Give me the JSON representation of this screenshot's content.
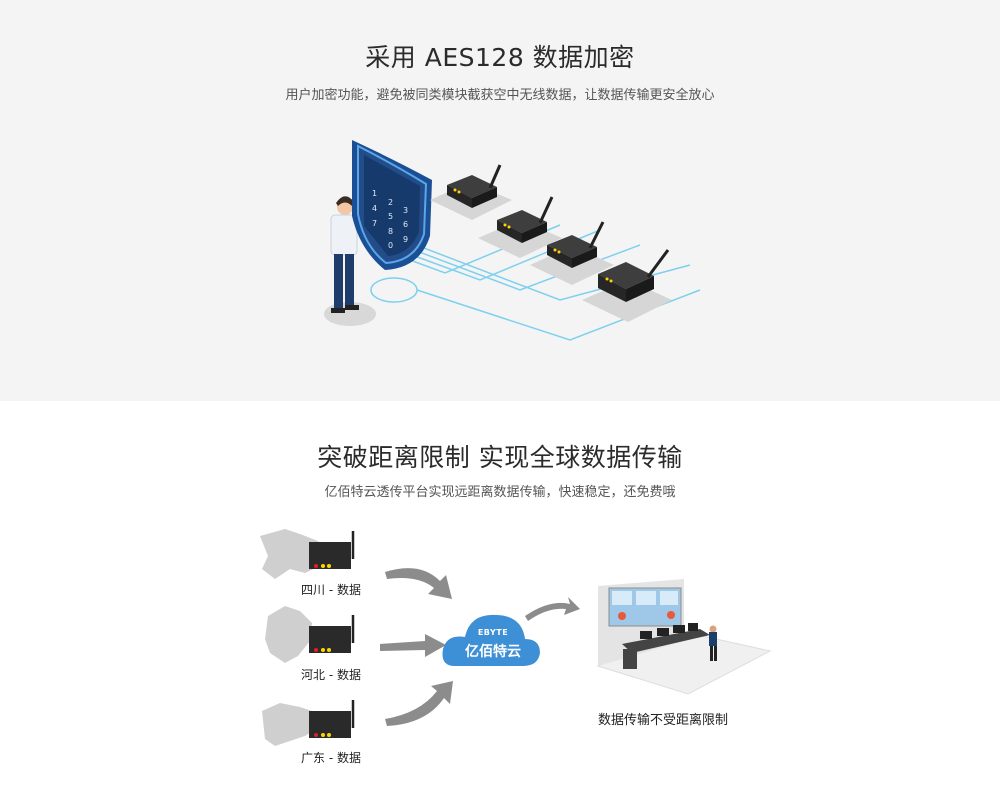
{
  "section1": {
    "title": "采用 AES128 数据加密",
    "subtitle": "用户加密功能，避免被同类模块截获空中无线数据，让数据传输更安全放心",
    "keypad_keys": [
      "1",
      "2",
      "3",
      "4",
      "5",
      "6",
      "7",
      "8",
      "9",
      "0"
    ]
  },
  "section2": {
    "title": "突破距离限制 实现全球数据传输",
    "subtitle": "亿佰特云透传平台实现远距离数据传输，快速稳定，还免费哦",
    "regions": [
      "四川 - 数据",
      "河北 - 数据",
      "广东 - 数据"
    ],
    "cloud_brand": "EBYTE",
    "cloud_label": "亿佰特云",
    "control_room_label": "数据传输不受距离限制"
  },
  "colors": {
    "shield": "#1f5fa8",
    "cloud": "#3d8fd6",
    "accent_line": "#6cc7ea",
    "map_gray": "#c8c8c8"
  }
}
